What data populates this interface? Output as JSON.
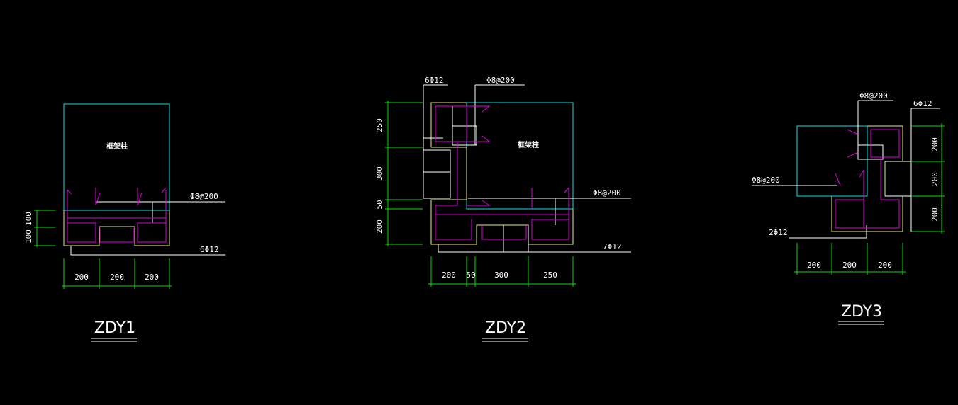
{
  "colors": {
    "background": "#000000",
    "outline": "#00e5e5",
    "rebar": "#e000e0",
    "dimension": "#00e000",
    "text": "#ffffff",
    "section": "#e6e68a",
    "leader": "#ffffff"
  },
  "details": [
    {
      "title": "ZDY1",
      "column_label": "框架柱",
      "stirrup_label": "Φ8@200",
      "bars_label": "6Φ12",
      "dims_bottom": [
        "200",
        "200",
        "200"
      ],
      "dims_left": [
        "100",
        "100"
      ]
    },
    {
      "title": "ZDY2",
      "column_label": "框架柱",
      "stirrup_label": "Φ8@200",
      "stirrup_label_top": "Φ8@200",
      "bars_label_top": "6Φ12",
      "bars_label": "7Φ12",
      "dims_bottom": [
        "200",
        "50",
        "300",
        "250"
      ],
      "dims_left": [
        "250",
        "300",
        "50",
        "200"
      ]
    },
    {
      "title": "ZDY3",
      "stirrup_label_top": "Φ8@200",
      "stirrup_label": "Φ8@200",
      "bars_label_top": "6Φ12",
      "bars_label": "2Φ12",
      "dims_bottom": [
        "200",
        "200",
        "200"
      ],
      "dims_right": [
        "200",
        "200",
        "200"
      ]
    }
  ]
}
